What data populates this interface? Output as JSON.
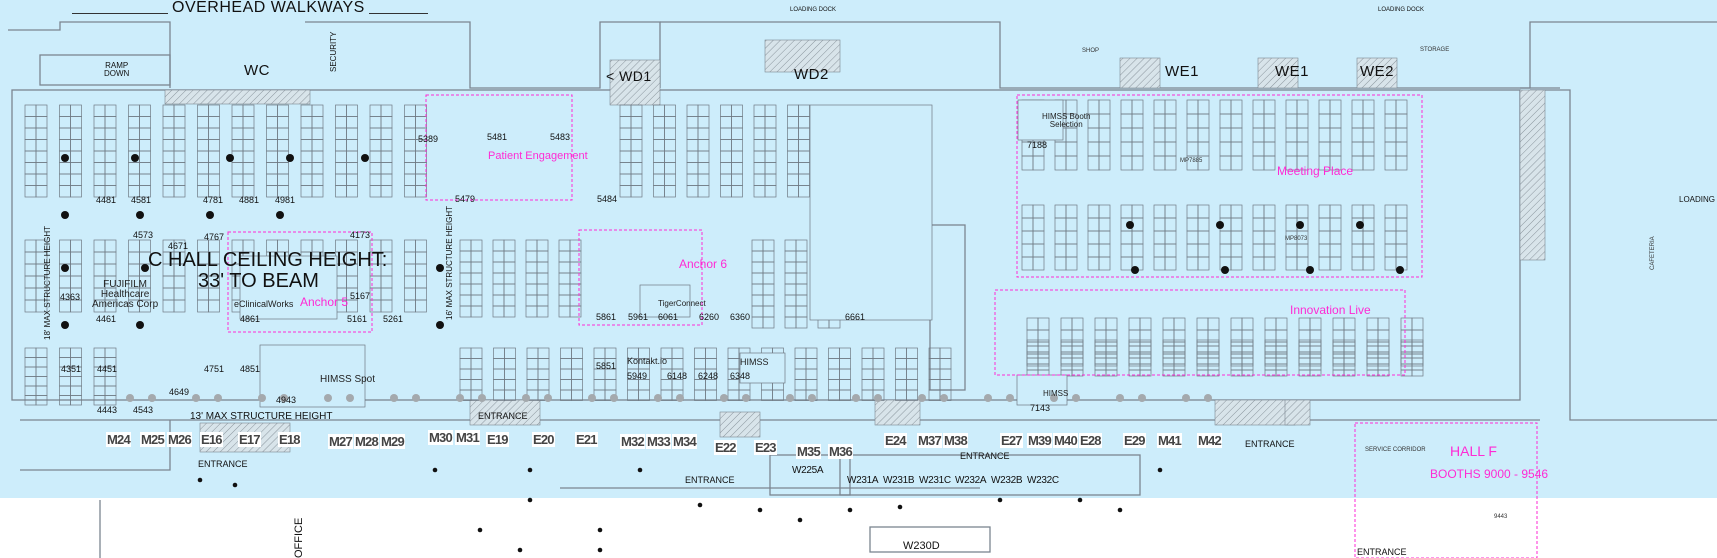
{
  "header": {
    "overhead_walkways": "OVERHEAD WALKWAYS",
    "ramp_down": "RAMP\nDOWN",
    "security": "SECURITY",
    "loading_dock_1": "LOADING DOCK",
    "loading_dock_2": "LOADING DOCK",
    "shop": "SHOP",
    "storage": "STORAGE"
  },
  "zones": {
    "wc": "WC",
    "wd1": "< WD1",
    "wd2": "WD2",
    "we1a": "WE1",
    "we1b": "WE1",
    "we2": "WE2"
  },
  "hall": {
    "ceiling_line1": "C HALL CEILING HEIGHT:",
    "ceiling_line2": "33' TO BEAM",
    "max_structure": "13' MAX STRUCTURE HEIGHT",
    "structure_left": "18' MAX STRUCTURE HEIGHT",
    "structure_mid": "16' MAX STRUCTURE HEIGHT"
  },
  "pavilions": {
    "patient_engagement": "Patient Engagement",
    "anchor5": "Anchor 5",
    "anchor6": "Anchor 6",
    "meeting_place": "Meeting Place",
    "innovation_live": "Innovation Live",
    "hall_f": "HALL F",
    "hall_f_booths": "BOOTHS 9000 - 9546"
  },
  "booths": {
    "fujifilm": "FUJIFILM\nHealthcare\nAmericas Corp",
    "b4461": "4461",
    "b4481": "4481",
    "b4581": "4581",
    "b4781": "4781",
    "b4881": "4881",
    "b4981": "4981",
    "b5389": "5389",
    "b5479": "5479",
    "b5481": "5481",
    "b5483": "5483",
    "b5484": "5484",
    "b4363": "4363",
    "b4573": "4573",
    "b4671": "4671",
    "b4767": "4767",
    "b5167": "5167",
    "b4173": "4173",
    "eclinicalworks": "eClinicalWorks",
    "b4861": "4861",
    "b5161": "5161",
    "b5261": "5261",
    "himss_spot": "HIMSS Spot",
    "b4943": "4943",
    "b4351": "4351",
    "b4451": "4451",
    "b4443": "4443",
    "b4543": "4543",
    "b4649": "4649",
    "b4751": "4751",
    "b4851": "4851",
    "tigerconnect": "TigerConnect",
    "b6061": "6061",
    "b6260": "6260",
    "b6360": "6360",
    "b6661": "6661",
    "b5961": "5961",
    "b5861": "5861",
    "kontaktio": "Kontakt.io",
    "b5949": "5949",
    "b6148": "6148",
    "b6248": "6248",
    "himss_6348": "HIMSS",
    "b6348": "6348",
    "b5851": "5851",
    "himss_booth_selection": "HIMSS Booth\nSelection",
    "b7188": "7188",
    "himss_7143": "HIMSS",
    "b7143": "7143",
    "b9443": "9443",
    "mp7885": "MP7885",
    "mp8073": "MP8073"
  },
  "doors": [
    "M24",
    "M25",
    "M26",
    "E16",
    "E17",
    "E18",
    "M27",
    "M28",
    "M29",
    "M30",
    "M31",
    "E19",
    "E20",
    "E21",
    "M32",
    "M33",
    "M34",
    "E22",
    "E23",
    "M35",
    "M36",
    "E24",
    "M37",
    "M38",
    "E27",
    "M39",
    "M40",
    "E28",
    "E29",
    "M41",
    "M42"
  ],
  "entrances": [
    "ENTRANCE",
    "ENTRANCE",
    "ENTRANCE",
    "ENTRANCE",
    "ENTRANCE",
    "ENTRANCE"
  ],
  "rooms": {
    "w225a": "W225A",
    "w231a": "W231A",
    "w231b": "W231B",
    "w231c": "W231C",
    "w232a": "W232A",
    "w232b": "W232B",
    "w232c": "W232C",
    "w230d": "W230D",
    "office": "OFFICE",
    "service_corridor": "SERVICE CORRIDOR",
    "cafeteria": "CAFETERIA",
    "loading": "LOADING"
  },
  "colors": {
    "hall_bg": "#cdedfb",
    "pavilion": "#ff2ad4",
    "walls": "#7b8590",
    "gate_label": "#444444"
  }
}
